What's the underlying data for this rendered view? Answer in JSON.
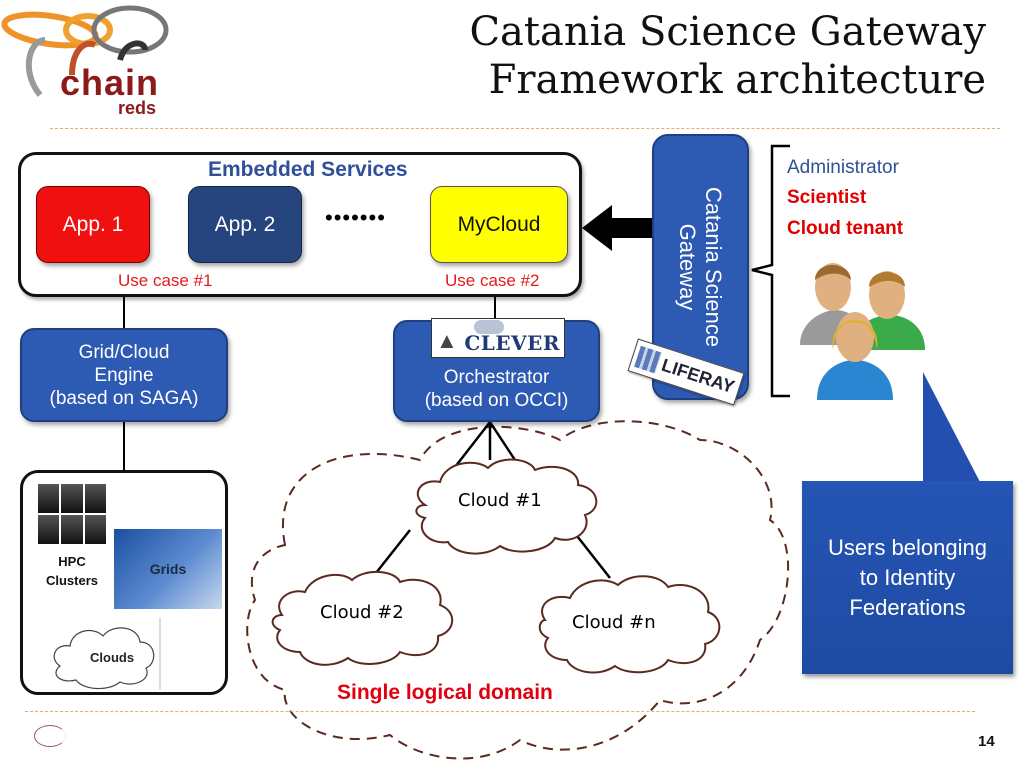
{
  "slide": {
    "title_line1": "Catania Science Gateway",
    "title_line2": "Framework architecture",
    "page_number": "14"
  },
  "logo": {
    "word1": "chain",
    "word2": "reds"
  },
  "embedded_services": {
    "heading": "Embedded Services",
    "apps": [
      {
        "label": "App. 1",
        "color": "#f01010"
      },
      {
        "label": "App. 2",
        "color": "#26447e"
      },
      {
        "label": "MyCloud",
        "color": "#ffff00"
      }
    ],
    "ellipsis": "•••••••",
    "use_case_1": "Use case #1",
    "use_case_2": "Use case #2"
  },
  "gateway": {
    "label_line1": "Catania Science",
    "label_line2": "Gateway",
    "badge": "LIFERAY"
  },
  "roles": {
    "items": [
      {
        "label": "Administrator",
        "color": "#2f4f9a"
      },
      {
        "label": "Scientist",
        "color": "#e00000"
      },
      {
        "label": "Cloud tenant",
        "color": "#e00000"
      }
    ]
  },
  "engine": {
    "line1": "Grid/Cloud",
    "line2": "Engine",
    "line3": "(based on SAGA)"
  },
  "orchestrator": {
    "badge": "CLEVER",
    "line1": "Orchestrator",
    "line2": "(based on OCCI)"
  },
  "resources": {
    "hpc_line1": "HPC",
    "hpc_line2": "Clusters",
    "grids": "Grids",
    "clouds": "Clouds"
  },
  "cloud_domain": {
    "cloud1": "Cloud #1",
    "cloud2": "Cloud #2",
    "cloudn": "Cloud #n",
    "domain_label": "Single logical domain"
  },
  "callout": {
    "line1": "Users belonging",
    "line2": "to Identity",
    "line3": "Federations"
  },
  "colors": {
    "accent_blue": "#2d5ab2",
    "accent_red": "#e41a1c",
    "cloud_stroke": "#5a2a1e"
  }
}
